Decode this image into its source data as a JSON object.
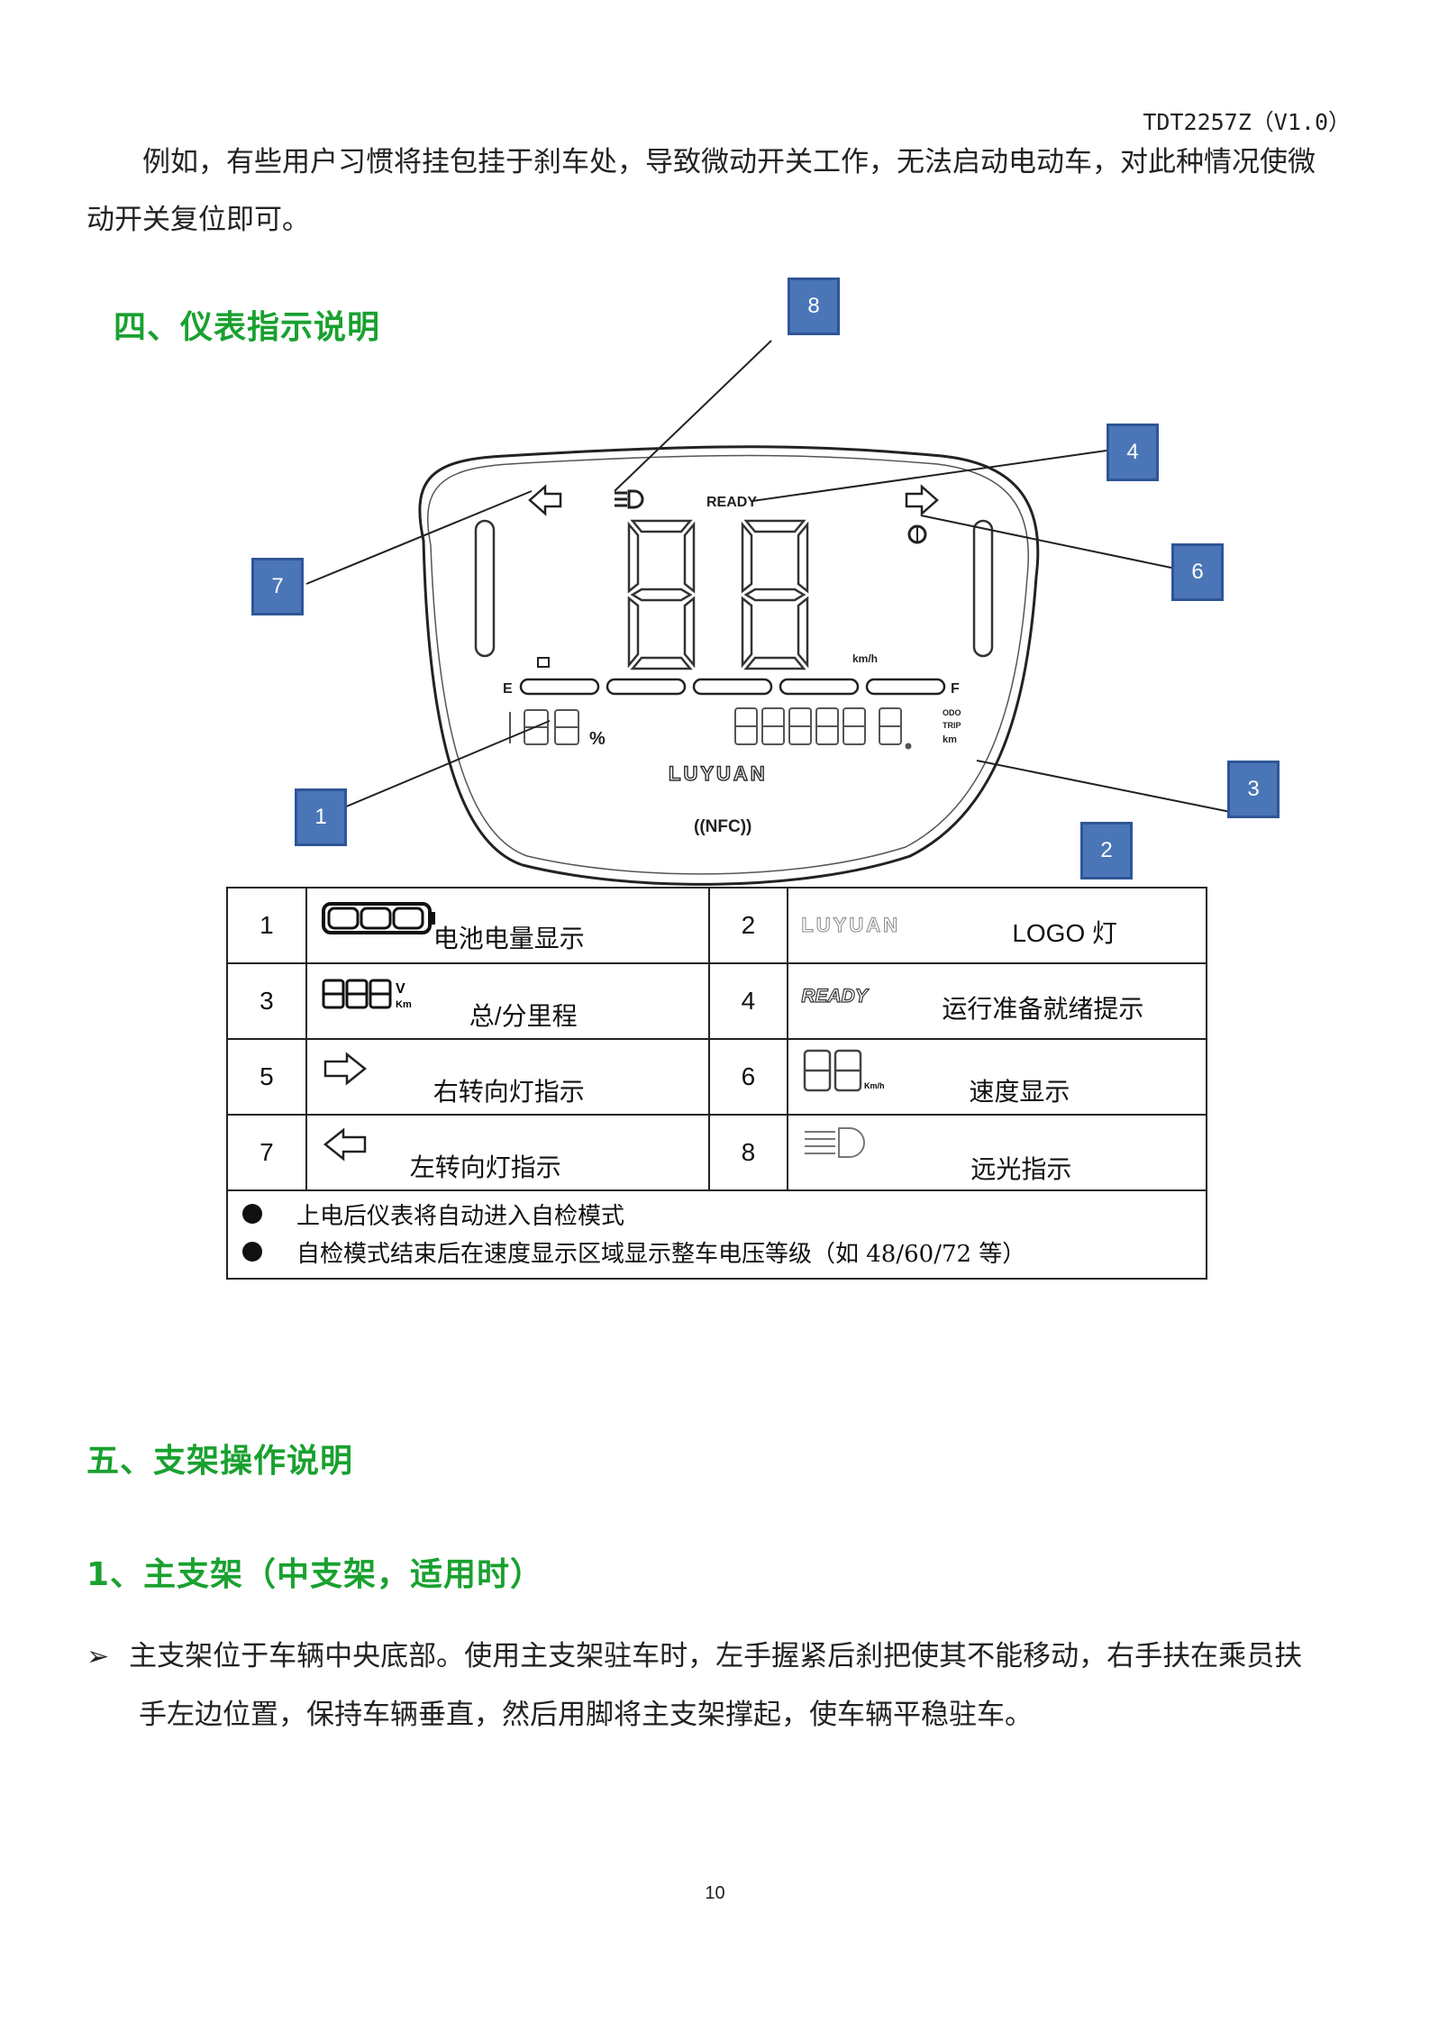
{
  "header": {
    "doc_id": "TDT2257Z（V1.0）"
  },
  "intro": {
    "line1": "例如，有些用户习惯将挂包挂于刹车处，导致微动开关工作，无法启动电动车，对此种情况使微",
    "line2": "动开关复位即可。"
  },
  "section4": {
    "title": "四、仪表指示说明"
  },
  "dashboard": {
    "ready": "READY",
    "speed_unit": "km/h",
    "empty": "E",
    "full": "F",
    "logo": "LUYUAN",
    "nfc": "((NFC))",
    "percent": "%",
    "odo": "ODO",
    "trip": "TRIP",
    "km": "km",
    "callouts": [
      "1",
      "2",
      "3",
      "4",
      "6",
      "7",
      "8"
    ]
  },
  "legend": {
    "rows": [
      {
        "n1": "1",
        "l1": "电池电量显示",
        "n2": "2",
        "icon2": "LUYUAN",
        "l2": "LOGO 灯"
      },
      {
        "n1": "3",
        "l1": "总/分里程",
        "n2": "4",
        "icon2": "READY",
        "l2": "运行准备就绪提示"
      },
      {
        "n1": "5",
        "l1": "右转向灯指示",
        "n2": "6",
        "icon2": "88",
        "l2": "速度显示"
      },
      {
        "n1": "7",
        "l1": "左转向灯指示",
        "n2": "8",
        "icon2": "high-beam-icon",
        "l2": "远光指示"
      }
    ],
    "notes": [
      "上电后仪表将自动进入自检模式",
      "自检模式结束后在速度显示区域显示整车电压等级（如 48/60/72 等）"
    ]
  },
  "section5": {
    "title": "五、支架操作说明"
  },
  "section5_1": {
    "title": "1、主支架（中支架，适用时）"
  },
  "main_stand": {
    "line1": "主支架位于车辆中央底部。使用主支架驻车时，左手握紧后刹把使其不能移动，右手扶在乘员扶",
    "line2": "手左边位置，保持车辆垂直，然后用脚将主支架撑起，使车辆平稳驻车。"
  },
  "footer": {
    "page": "10"
  }
}
